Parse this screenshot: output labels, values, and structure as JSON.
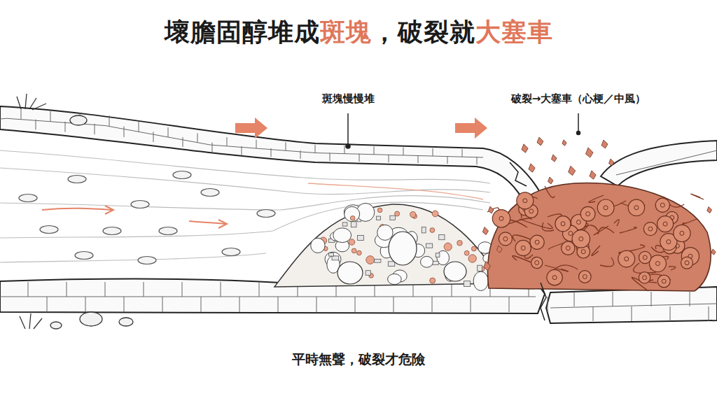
{
  "diagram": {
    "title": "壞膽固醇堆成斑塊，破裂就大塞車",
    "caption": "平時無聲，破裂才危險",
    "labels": [
      "斑塊慢慢堆",
      "破裂→大塞車（心梗／中風）"
    ]
  }
}
